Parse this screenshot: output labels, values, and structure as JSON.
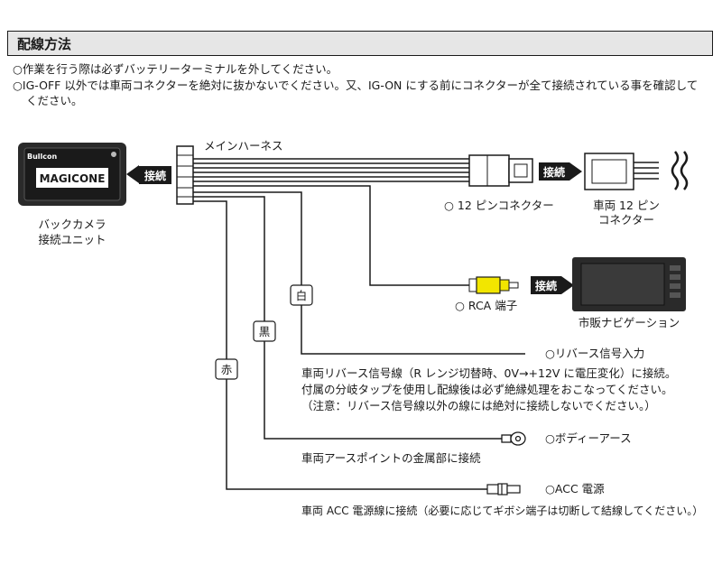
{
  "title": "配線方法",
  "notes": [
    "○作業を行う際は必ずバッテリーターミナルを外してください。",
    "○IG-OFF 以外では車両コネクターを絶対に抜かないでください。又、IG-ON にする前にコネクターが全て接続されている事を確認して",
    "ください。"
  ],
  "unit": {
    "brand": "Bullcon",
    "logo": "MAGICONE",
    "label_line1": "バックカメラ",
    "label_line2": "接続ユニット"
  },
  "connect_tag": "接続",
  "main_harness": "メインハーネス",
  "connector_12pin": "○ 12 ピンコネクター",
  "vehicle_connector_line1": "車両 12 ピン",
  "vehicle_connector_line2": "コネクター",
  "rca_terminal": "○ RCA 端子",
  "navigation": "市販ナビゲーション",
  "wire_white": "白",
  "wire_black": "黒",
  "wire_red": "赤",
  "reverse_input": "○リバース信号入力",
  "reverse_desc": [
    "車両リバース信号線（R レンジ切替時、0V→+12V に電圧変化）に接続。",
    "付属の分岐タップを使用し配線後は必ず絶縁処理をおこなってください。",
    "（注意：リバース信号線以外の線には絶対に接続しないでください。）"
  ],
  "body_earth": "○ボディーアース",
  "earth_desc": "車両アースポイントの金属部に接続",
  "acc_power": "○ACC 電源",
  "acc_desc": "車両 ACC 電源線に接続（必要に応じてギボシ端子は切断して結線してください。）",
  "colors": {
    "ink": "#1a1a1a",
    "title_bg": "#e6e6e6",
    "rca_yellow": "#f2e600"
  }
}
